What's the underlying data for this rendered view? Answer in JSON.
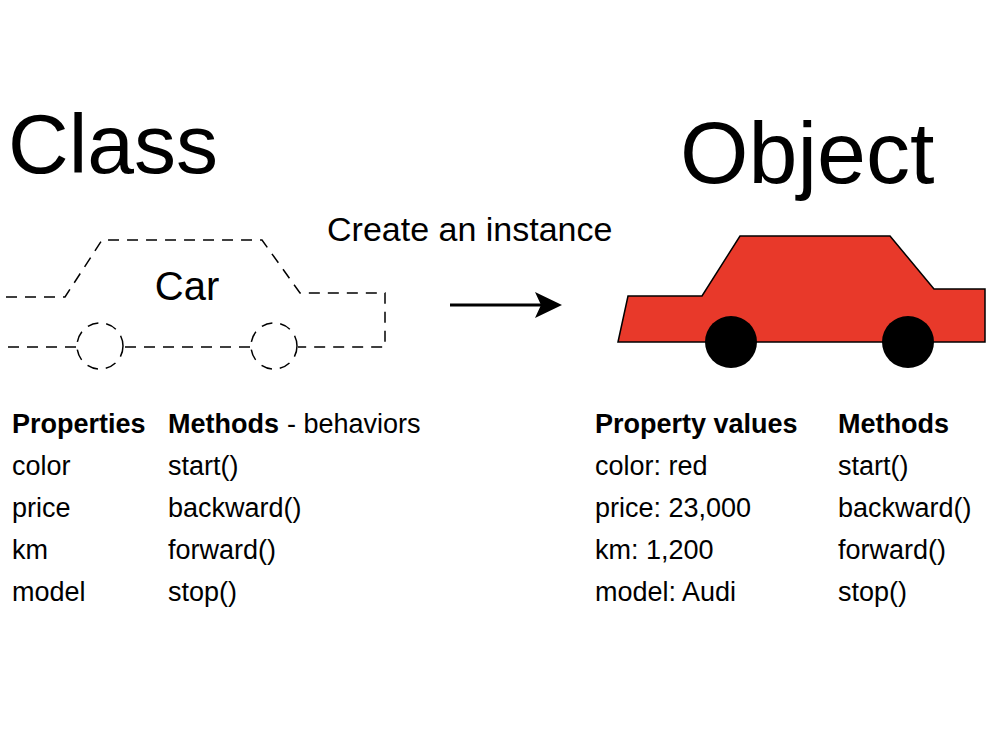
{
  "diagram": {
    "nodes": [
      {
        "text": [
          "Car"
        ]
      }
    ],
    "labels": [
      "Class",
      "Create an instance",
      "Object",
      "Properties",
      "color",
      "price",
      "km",
      "model",
      "Methods",
      "- behaviors",
      "start()",
      "backward()",
      "forward()",
      "stop()",
      "Property values",
      "color: red",
      "price: 23,000",
      "km: 1,200",
      "model: Audi",
      "Methods",
      "start()",
      "backward()",
      "forward()",
      "stop()"
    ]
  }
}
